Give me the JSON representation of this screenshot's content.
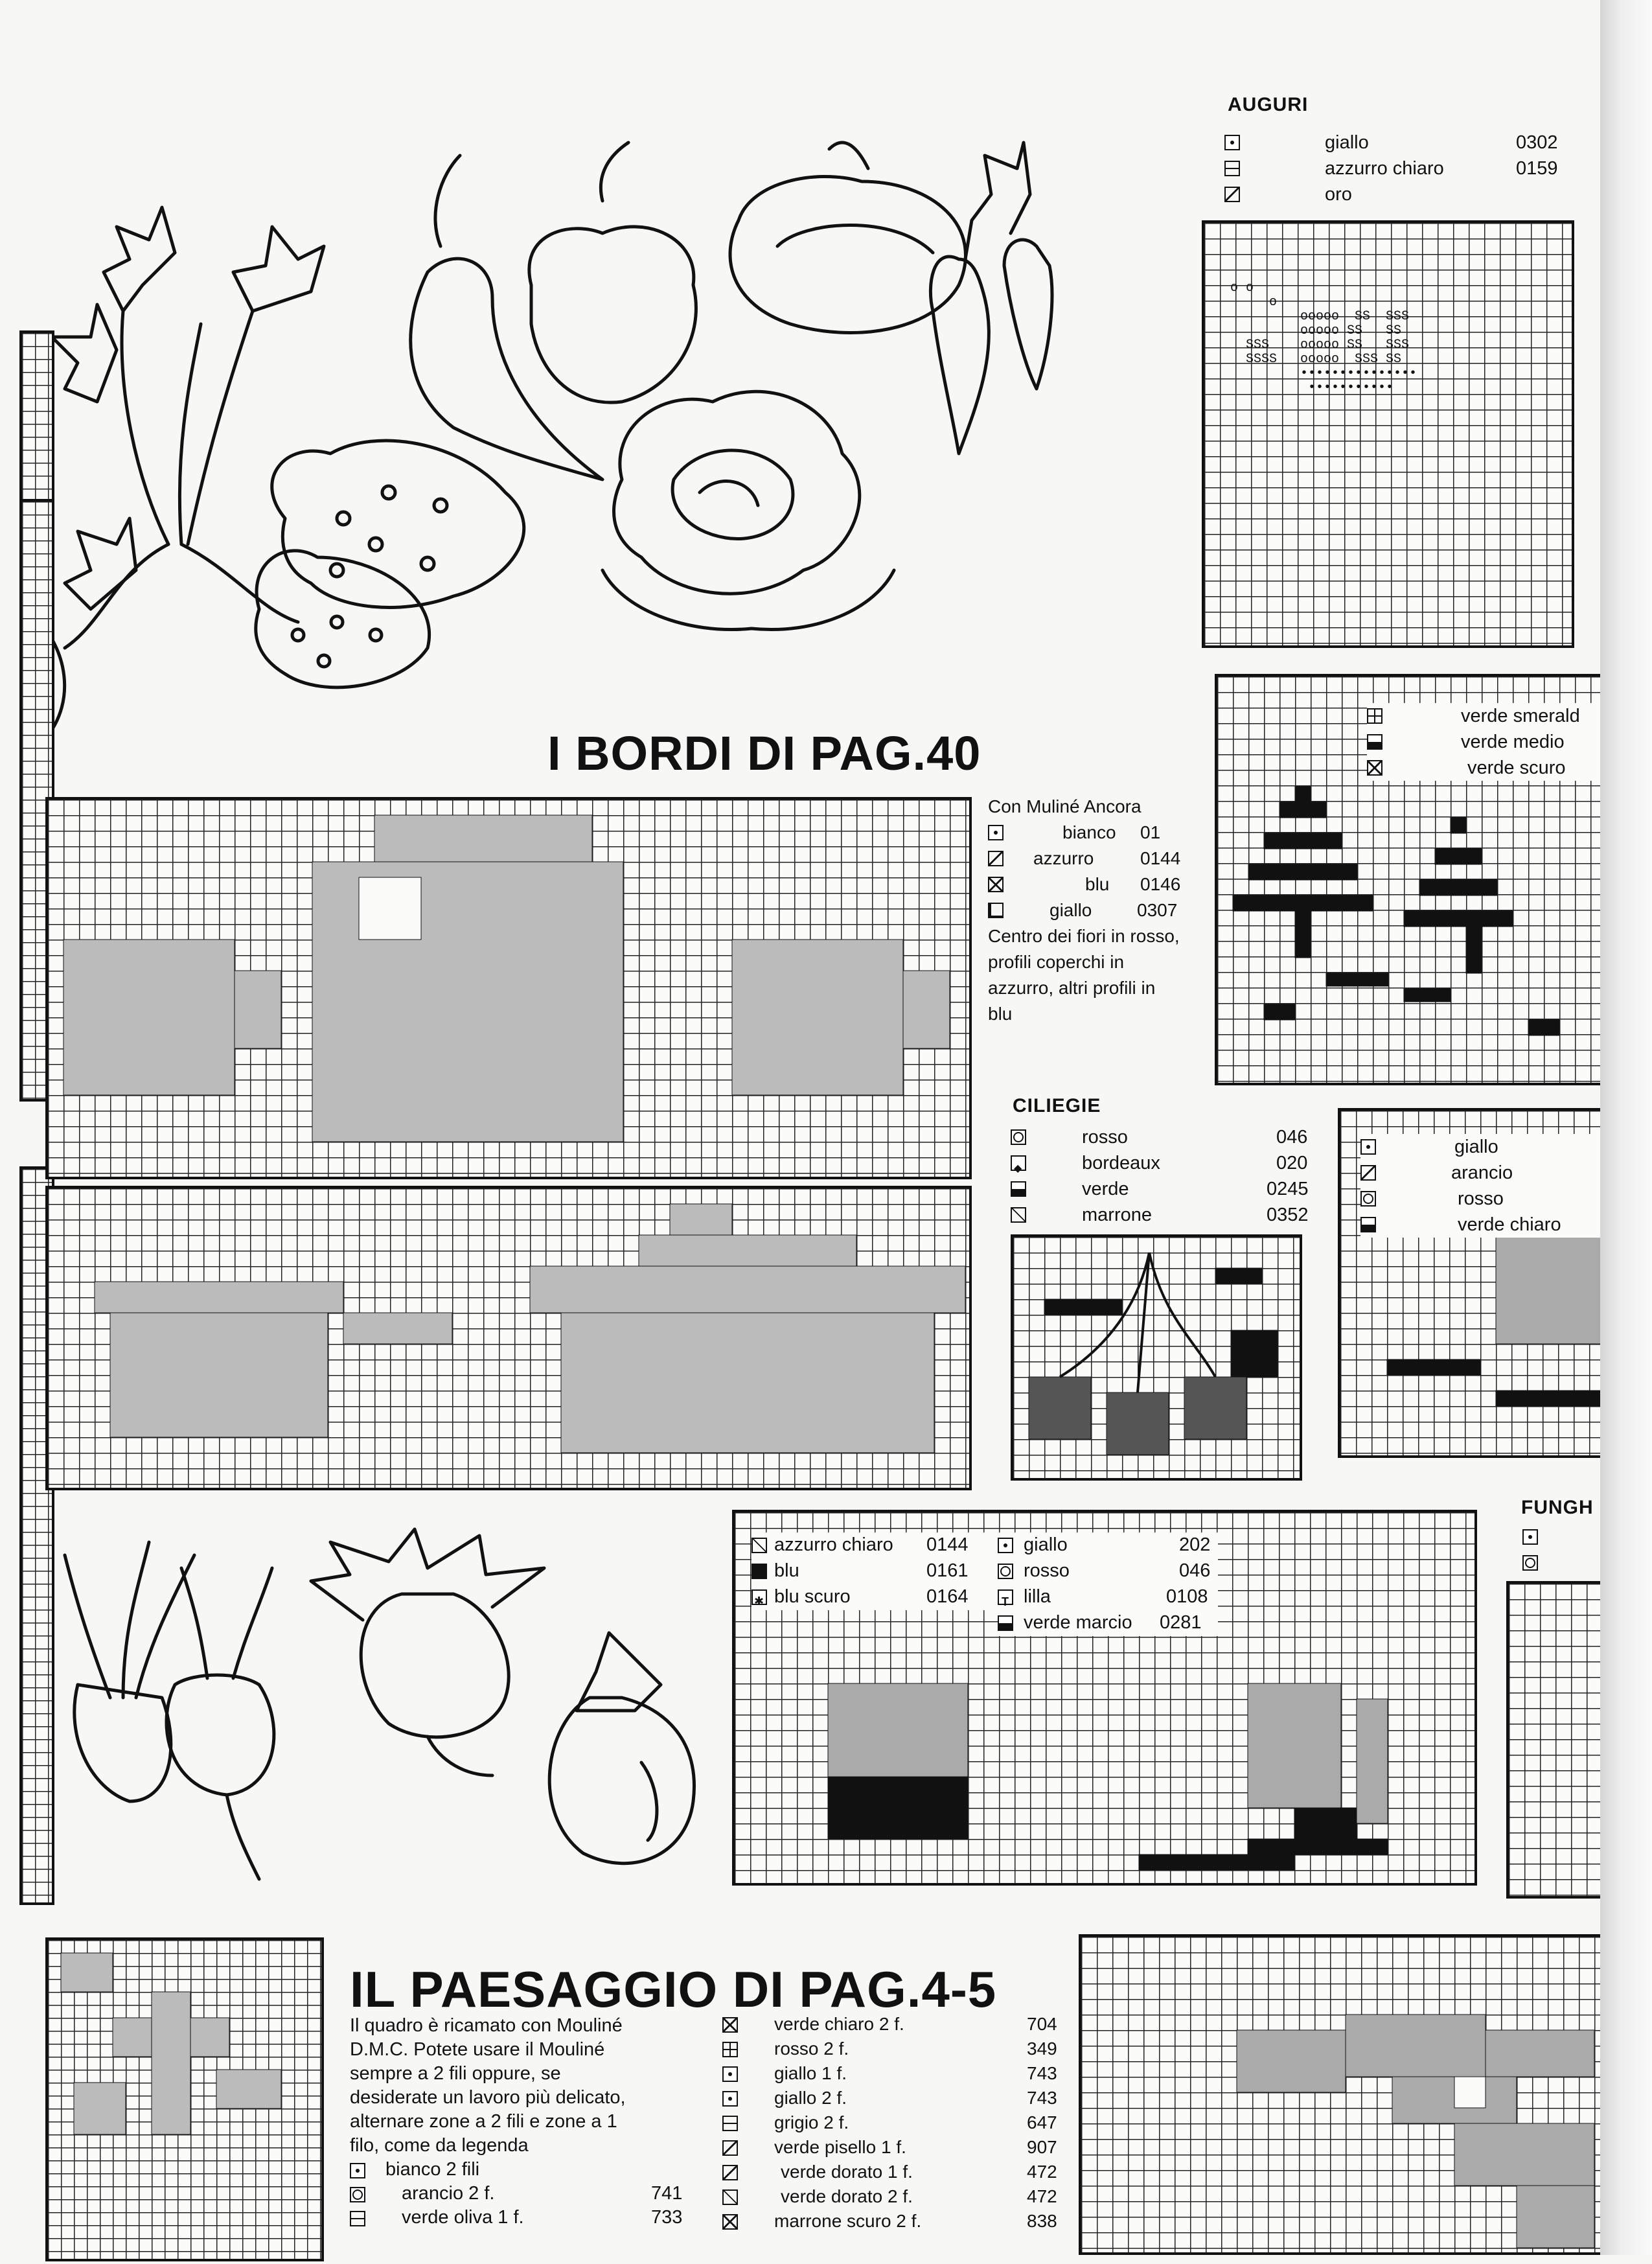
{
  "auguri": {
    "title": "AUGURI",
    "items": [
      {
        "name": "giallo",
        "code": "0302",
        "icon": "dot"
      },
      {
        "name": "azzurro chiaro",
        "code": "0159",
        "icon": "hline"
      },
      {
        "name": "oro",
        "code": "",
        "icon": "slash"
      }
    ]
  },
  "trees": {
    "items": [
      {
        "name": "verde smerald",
        "icon": "quad"
      },
      {
        "name": "verde medio",
        "icon": "half"
      },
      {
        "name": "verde scuro",
        "icon": "cross"
      }
    ]
  },
  "bordi": {
    "title": "I BORDI DI PAG.40",
    "intro": "Con Muliné Ancora",
    "items": [
      {
        "name": "bianco",
        "code": "01",
        "icon": "dot"
      },
      {
        "name": "azzurro",
        "code": "0144",
        "icon": "slash"
      },
      {
        "name": "blu",
        "code": "0146",
        "icon": "cross"
      },
      {
        "name": "giallo",
        "code": "0307",
        "icon": "corner"
      }
    ],
    "note_lines": [
      "Centro dei fiori in rosso,",
      "profili coperchi in",
      "azzurro, altri profili in",
      "blu"
    ]
  },
  "ciliegie": {
    "title": "CILIEGIE",
    "items": [
      {
        "name": "rosso",
        "code": "046",
        "icon": "circle"
      },
      {
        "name": "bordeaux",
        "code": "020",
        "icon": "dia"
      },
      {
        "name": "verde",
        "code": "0245",
        "icon": "half"
      },
      {
        "name": "marrone",
        "code": "0352",
        "icon": "tri"
      }
    ]
  },
  "fruit": {
    "items": [
      {
        "name": "giallo",
        "icon": "dot"
      },
      {
        "name": "arancio",
        "icon": "slash"
      },
      {
        "name": "rosso",
        "icon": "circle"
      },
      {
        "name": "verde chiaro",
        "icon": "half"
      }
    ]
  },
  "funghi": {
    "title": "FUNGH"
  },
  "teapot": {
    "left": [
      {
        "name": "azzurro chiaro",
        "code": "0144",
        "icon": "tri"
      },
      {
        "name": "blu",
        "code": "0161",
        "icon": "fill"
      },
      {
        "name": "blu scuro",
        "code": "0164",
        "icon": "star"
      }
    ],
    "right": [
      {
        "name": "giallo",
        "code": "202",
        "icon": "dot"
      },
      {
        "name": "rosso",
        "code": "046",
        "icon": "circle"
      },
      {
        "name": "lilla",
        "code": "0108",
        "icon": "tee"
      },
      {
        "name": "verde marcio",
        "code": "0281",
        "icon": "half"
      }
    ]
  },
  "paesaggio": {
    "title": "IL PAESAGGIO DI PAG.4-5",
    "text_lines": [
      "Il quadro è ricamato con Mouliné",
      "D.M.C. Potete usare il Mouliné",
      "sempre a 2 fili oppure, se",
      "desiderate un lavoro più delicato,",
      "alternare zone a 2 fili e zone a 1",
      "filo, come da legenda"
    ],
    "left_items": [
      {
        "name": "bianco 2 fili",
        "code": "",
        "icon": "dot"
      },
      {
        "name": "arancio 2 f.",
        "code": "741",
        "icon": "circle"
      },
      {
        "name": "verde oliva 1 f.",
        "code": "733",
        "icon": "hline"
      }
    ],
    "right_items": [
      {
        "name": "verde chiaro 2 f.",
        "code": "704",
        "icon": "cross"
      },
      {
        "name": "rosso 2 f.",
        "code": "349",
        "icon": "quad"
      },
      {
        "name": "giallo 1 f.",
        "code": "743",
        "icon": "dot"
      },
      {
        "name": "giallo 2 f.",
        "code": "743",
        "icon": "dot"
      },
      {
        "name": "grigio 2 f.",
        "code": "647",
        "icon": "hline"
      },
      {
        "name": "verde pisello 1 f.",
        "code": "907",
        "icon": "slash"
      },
      {
        "name": "verde dorato 1 f.",
        "code": "472",
        "icon": "slash"
      },
      {
        "name": "verde dorato  2 f.",
        "code": "472",
        "icon": "tri"
      },
      {
        "name": "marrone scuro 2 f.",
        "code": "838",
        "icon": "cross"
      }
    ]
  }
}
